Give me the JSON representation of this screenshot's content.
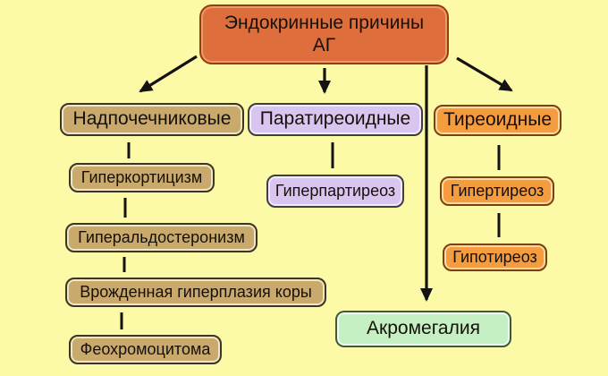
{
  "diagram": {
    "title": {
      "line1": "Эндокринные причины",
      "line2": "АГ"
    },
    "branches": {
      "adrenal": {
        "label": "Надпочечниковые",
        "children": [
          "Гиперкортицизм",
          "Гиперальдостеронизм",
          "Врожденная гиперплазия коры",
          "Феохромоцитома"
        ]
      },
      "parathyroid": {
        "label": "Паратиреоидные",
        "children": [
          "Гиперпартиреоз"
        ]
      },
      "thyroid": {
        "label": "Тиреоидные",
        "children": [
          "Гипертиреоз",
          "Гипотиреоз"
        ]
      }
    },
    "standalone": {
      "label": "Акромегалия"
    },
    "colors": {
      "background": "#FCFAA6",
      "root_fill": "#DE6F3D",
      "root_border": "#9A3A11",
      "adrenal_fill": "#C9AA6C",
      "parathyroid_fill": "#DAC5F0",
      "thyroid_fill": "#F59C3E",
      "acromegaly_fill": "#C4F0C3",
      "line": "#151311"
    }
  }
}
